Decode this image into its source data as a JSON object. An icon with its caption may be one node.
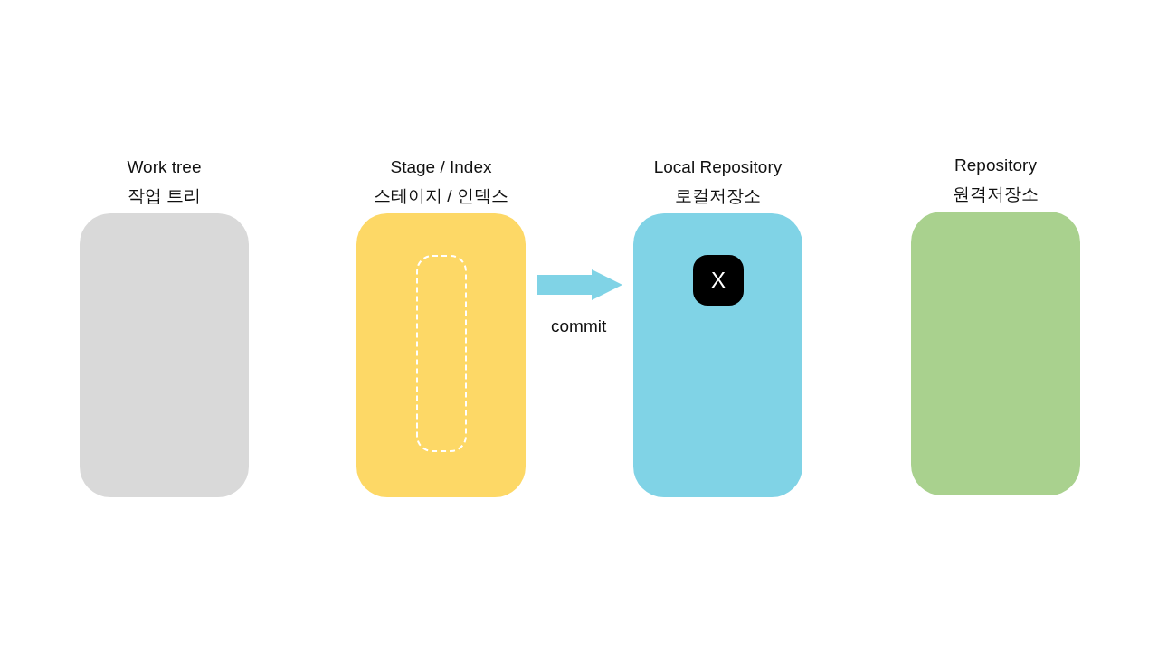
{
  "diagram": {
    "nodes": [
      {
        "text": [
          "Work tree",
          "작업 트리"
        ]
      },
      {
        "text": [
          "Stage / Index",
          "스테이지 / 인덱스"
        ]
      },
      {
        "text": [],
        "shape": "box",
        "in": 1
      },
      {
        "text": [
          "Local Repository",
          "로컬저장소"
        ]
      },
      {
        "text": [
          "X"
        ],
        "in": 3
      },
      {
        "text": [
          "Repository",
          "원격저장소"
        ]
      }
    ],
    "edges": [
      {
        "from": 1,
        "to": 3,
        "arrow": "to",
        "label": "commit"
      }
    ]
  }
}
